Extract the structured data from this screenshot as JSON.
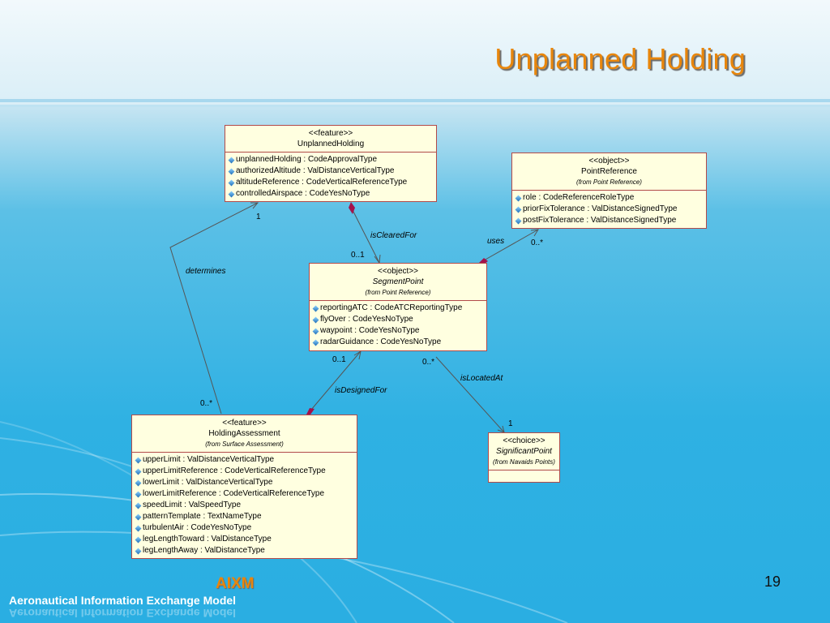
{
  "slide": {
    "title": "Unplanned Holding",
    "page_number": "19",
    "logo_text": "AIXM",
    "footer_text": "Aeronautical Information Exchange Model"
  },
  "classes": {
    "unplanned_holding": {
      "stereotype": "<<feature>>",
      "name": "UnplannedHolding",
      "attributes": [
        "unplannedHolding : CodeApprovalType",
        "authorizedAltitude : ValDistanceVerticalType",
        "altitudeReference : CodeVerticalReferenceType",
        "controlledAirspace : CodeYesNoType"
      ]
    },
    "point_reference": {
      "stereotype": "<<object>>",
      "name": "PointReference",
      "from": "(from Point Reference)",
      "attributes": [
        "role : CodeReferenceRoleType",
        "priorFixTolerance : ValDistanceSignedType",
        "postFixTolerance : ValDistanceSignedType"
      ]
    },
    "segment_point": {
      "stereotype": "<<object>>",
      "name": "SegmentPoint",
      "from": "(from Point Reference)",
      "attributes": [
        "reportingATC : CodeATCReportingType",
        "flyOver : CodeYesNoType",
        "waypoint : CodeYesNoType",
        "radarGuidance : CodeYesNoType"
      ]
    },
    "holding_assessment": {
      "stereotype": "<<feature>>",
      "name": "HoldingAssessment",
      "from": "(from Surface Assessment)",
      "attributes": [
        "upperLimit : ValDistanceVerticalType",
        "upperLimitReference : CodeVerticalReferenceType",
        "lowerLimit : ValDistanceVerticalType",
        "lowerLimitReference : CodeVerticalReferenceType",
        "speedLimit : ValSpeedType",
        "patternTemplate : TextNameType",
        "turbulentAir : CodeYesNoType",
        "legLengthToward : ValDistanceType",
        "legLengthAway : ValDistanceType"
      ]
    },
    "significant_point": {
      "stereotype": "<<choice>>",
      "name": "SignificantPoint",
      "from": "(from Navaids Points)"
    }
  },
  "associations": {
    "is_cleared_for": "isClearedFor",
    "uses": "uses",
    "determines": "determines",
    "is_designed_for": "isDesignedFor",
    "is_located_at": "isLocatedAt"
  },
  "multiplicities": {
    "m_1": "1",
    "m_01_cleared": "0..1",
    "m_0star_uses": "0..*",
    "m_01_designed": "0..1",
    "m_0star_located": "0..*",
    "m_0star_determines": "0..*",
    "m_1_located": "1"
  },
  "colors": {
    "title": "#e8860c",
    "class_fill": "#ffffe0",
    "class_border": "#b14a4a",
    "aggregation_diamond": "#a3124a"
  }
}
